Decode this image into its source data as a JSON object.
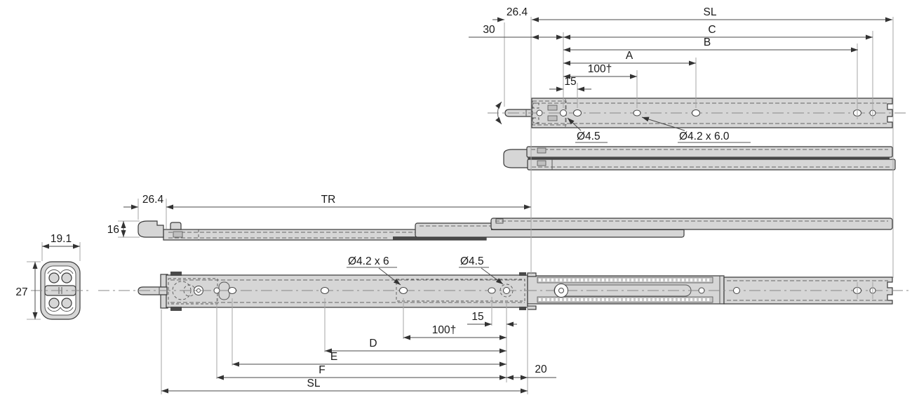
{
  "drawing": {
    "background": "#ffffff",
    "colors": {
      "part_fill": "#d6d6d6",
      "outline": "#3a3a3a",
      "dim_line": "#4a4a4a",
      "ext_line": "#a6a6a6",
      "text": "#1a1a1a"
    },
    "top_view": {
      "offset_front": "26.4",
      "offset_30": "30",
      "slide_length": "SL",
      "hole_span_c": "C",
      "hole_span_b": "B",
      "hole_span_a": "A",
      "hole_pitch": "100†",
      "hole_gap": "15",
      "hole_dia": "Ø4.5",
      "slot_dia": "Ø4.2 x 6.0"
    },
    "side_view": {
      "offset_front": "26.4",
      "travel": "TR",
      "height": "16"
    },
    "cross_section": {
      "width": "19.1",
      "height": "27"
    },
    "bottom_view": {
      "slot_dia": "Ø4.2 x 6",
      "hole_dia": "Ø4.5",
      "hole_gap": "15",
      "hole_pitch": "100†",
      "hole_span_d": "D",
      "hole_span_e": "E",
      "hole_span_f": "F",
      "end_offset": "20",
      "slide_length": "SL"
    }
  }
}
